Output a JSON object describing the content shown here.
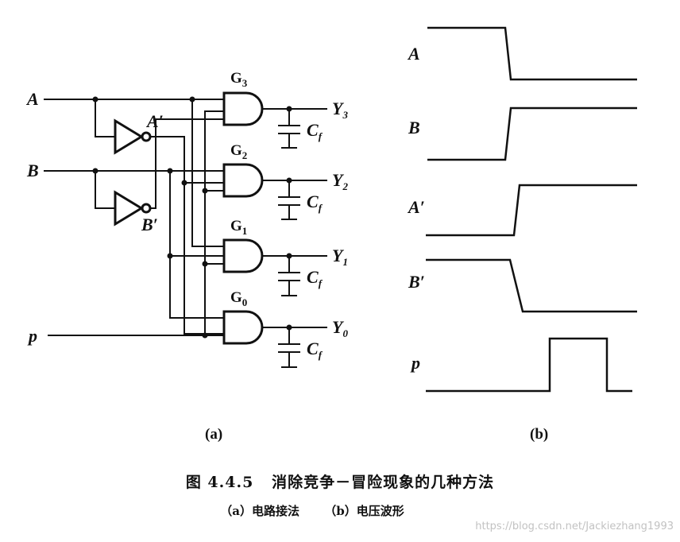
{
  "circuit": {
    "inputs": {
      "a": "A",
      "b": "B",
      "p": "p"
    },
    "inverted": {
      "a_prime": "A′",
      "b_prime": "B′"
    },
    "gates": [
      {
        "name": "G",
        "sub": "3",
        "output": "Y",
        "output_sub": "3"
      },
      {
        "name": "G",
        "sub": "2",
        "output": "Y",
        "output_sub": "2"
      },
      {
        "name": "G",
        "sub": "1",
        "output": "Y",
        "output_sub": "1"
      },
      {
        "name": "G",
        "sub": "0",
        "output": "Y",
        "output_sub": "0"
      }
    ],
    "capacitor": {
      "name": "C",
      "sub": "f"
    },
    "panel_label": "(a)"
  },
  "waveforms": {
    "signals": [
      {
        "name": "A",
        "levels": [
          1,
          0
        ]
      },
      {
        "name": "B",
        "levels": [
          0,
          1
        ]
      },
      {
        "name": "A′",
        "levels": [
          0,
          1
        ]
      },
      {
        "name": "B′",
        "levels": [
          1,
          0
        ]
      },
      {
        "name": "p",
        "levels": [
          0,
          1,
          0
        ]
      }
    ],
    "panel_label": "(b)"
  },
  "caption": {
    "title": "图 4.4.5   消除竞争－冒险现象的几种方法",
    "subtitle": "（a）电路接法      （b）电压波形"
  },
  "watermark": "https://blog.csdn.net/Jackiezhang1993"
}
